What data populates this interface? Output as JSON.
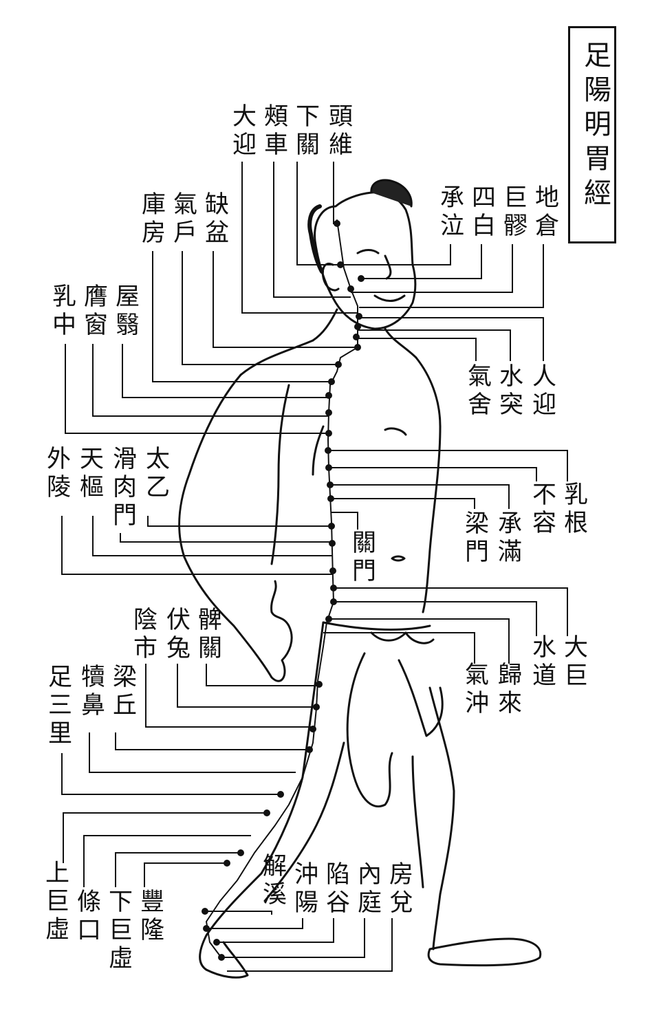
{
  "title": "足陽明胃經",
  "colors": {
    "ink": "#111111",
    "paper": "#ffffff"
  },
  "labels": {
    "daying": "大迎",
    "jiache": "頰車",
    "xiaguan": "下關",
    "touwei": "頭維",
    "kufang": "庫房",
    "qihu": "氣戶",
    "quepen": "缺盆",
    "chengqi": "承泣",
    "sibai": "四白",
    "juliao": "巨髎",
    "dicang": "地倉",
    "ruzhong": "乳中",
    "yingchuang": "膺窗",
    "wuyi": "屋翳",
    "qishe": "氣舍",
    "shuitu": "水突",
    "renying": "人迎",
    "wailing": "外陵",
    "tianshu": "天樞",
    "huaroumen": "滑肉門",
    "taiyi": "太乙",
    "burong": "不容",
    "rugen": "乳根",
    "liangmen": "梁門",
    "chengman": "承滿",
    "guanmen": "關門",
    "yinshi": "陰市",
    "futu": "伏兔",
    "biguan": "髀關",
    "shuidao": "水道",
    "daju": "大巨",
    "qichong": "氣沖",
    "guilai": "歸來",
    "zusanli": "足三里",
    "dubi": "犢鼻",
    "liangqiu": "梁丘",
    "shangjuxu": "上巨虛",
    "tiaokou": "條口",
    "xiajuxu": "下巨虛",
    "fenglong": "豐隆",
    "jiexi": "解溪",
    "chongyang": "沖陽",
    "xiangu": "陷谷",
    "neiting": "內庭",
    "lidui": "房兌"
  }
}
